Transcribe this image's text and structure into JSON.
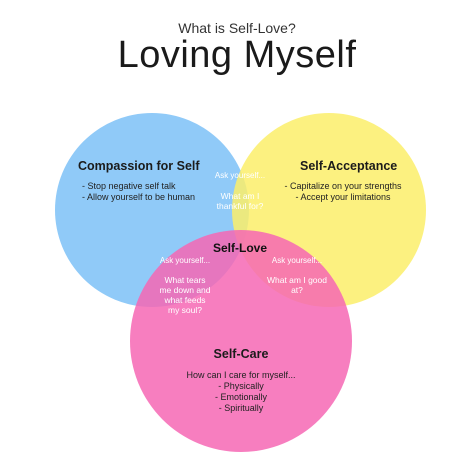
{
  "header": {
    "subtitle": "What is Self-Love?",
    "title": "Loving Myself"
  },
  "colors": {
    "compassion": "#7cc1f7",
    "acceptance": "#fcef6a",
    "care": "#f667b4"
  },
  "circles": {
    "compassion": {
      "heading": "Compassion for Self",
      "items": [
        "- Stop negative self talk",
        "- Allow yourself to be human"
      ]
    },
    "acceptance": {
      "heading": "Self-Acceptance",
      "items": [
        "- Capitalize on your strengths",
        "- Accept your limitations"
      ]
    },
    "care": {
      "heading": "Self-Care",
      "intro": "How can I care for myself...",
      "items": [
        "- Physically",
        "- Emotionally",
        "- Spiritually"
      ]
    }
  },
  "overlaps": {
    "compassion_acceptance": {
      "ask": "Ask yourself...",
      "question": [
        "What am I",
        "thankful for?"
      ]
    },
    "compassion_care": {
      "ask": "Ask yourself...",
      "question": [
        "What tears",
        "me down and",
        "what feeds",
        "my soul?"
      ]
    },
    "acceptance_care": {
      "ask": "Ask yourself...",
      "question": [
        "What am I good",
        "at?"
      ]
    },
    "center": "Self-Love"
  }
}
